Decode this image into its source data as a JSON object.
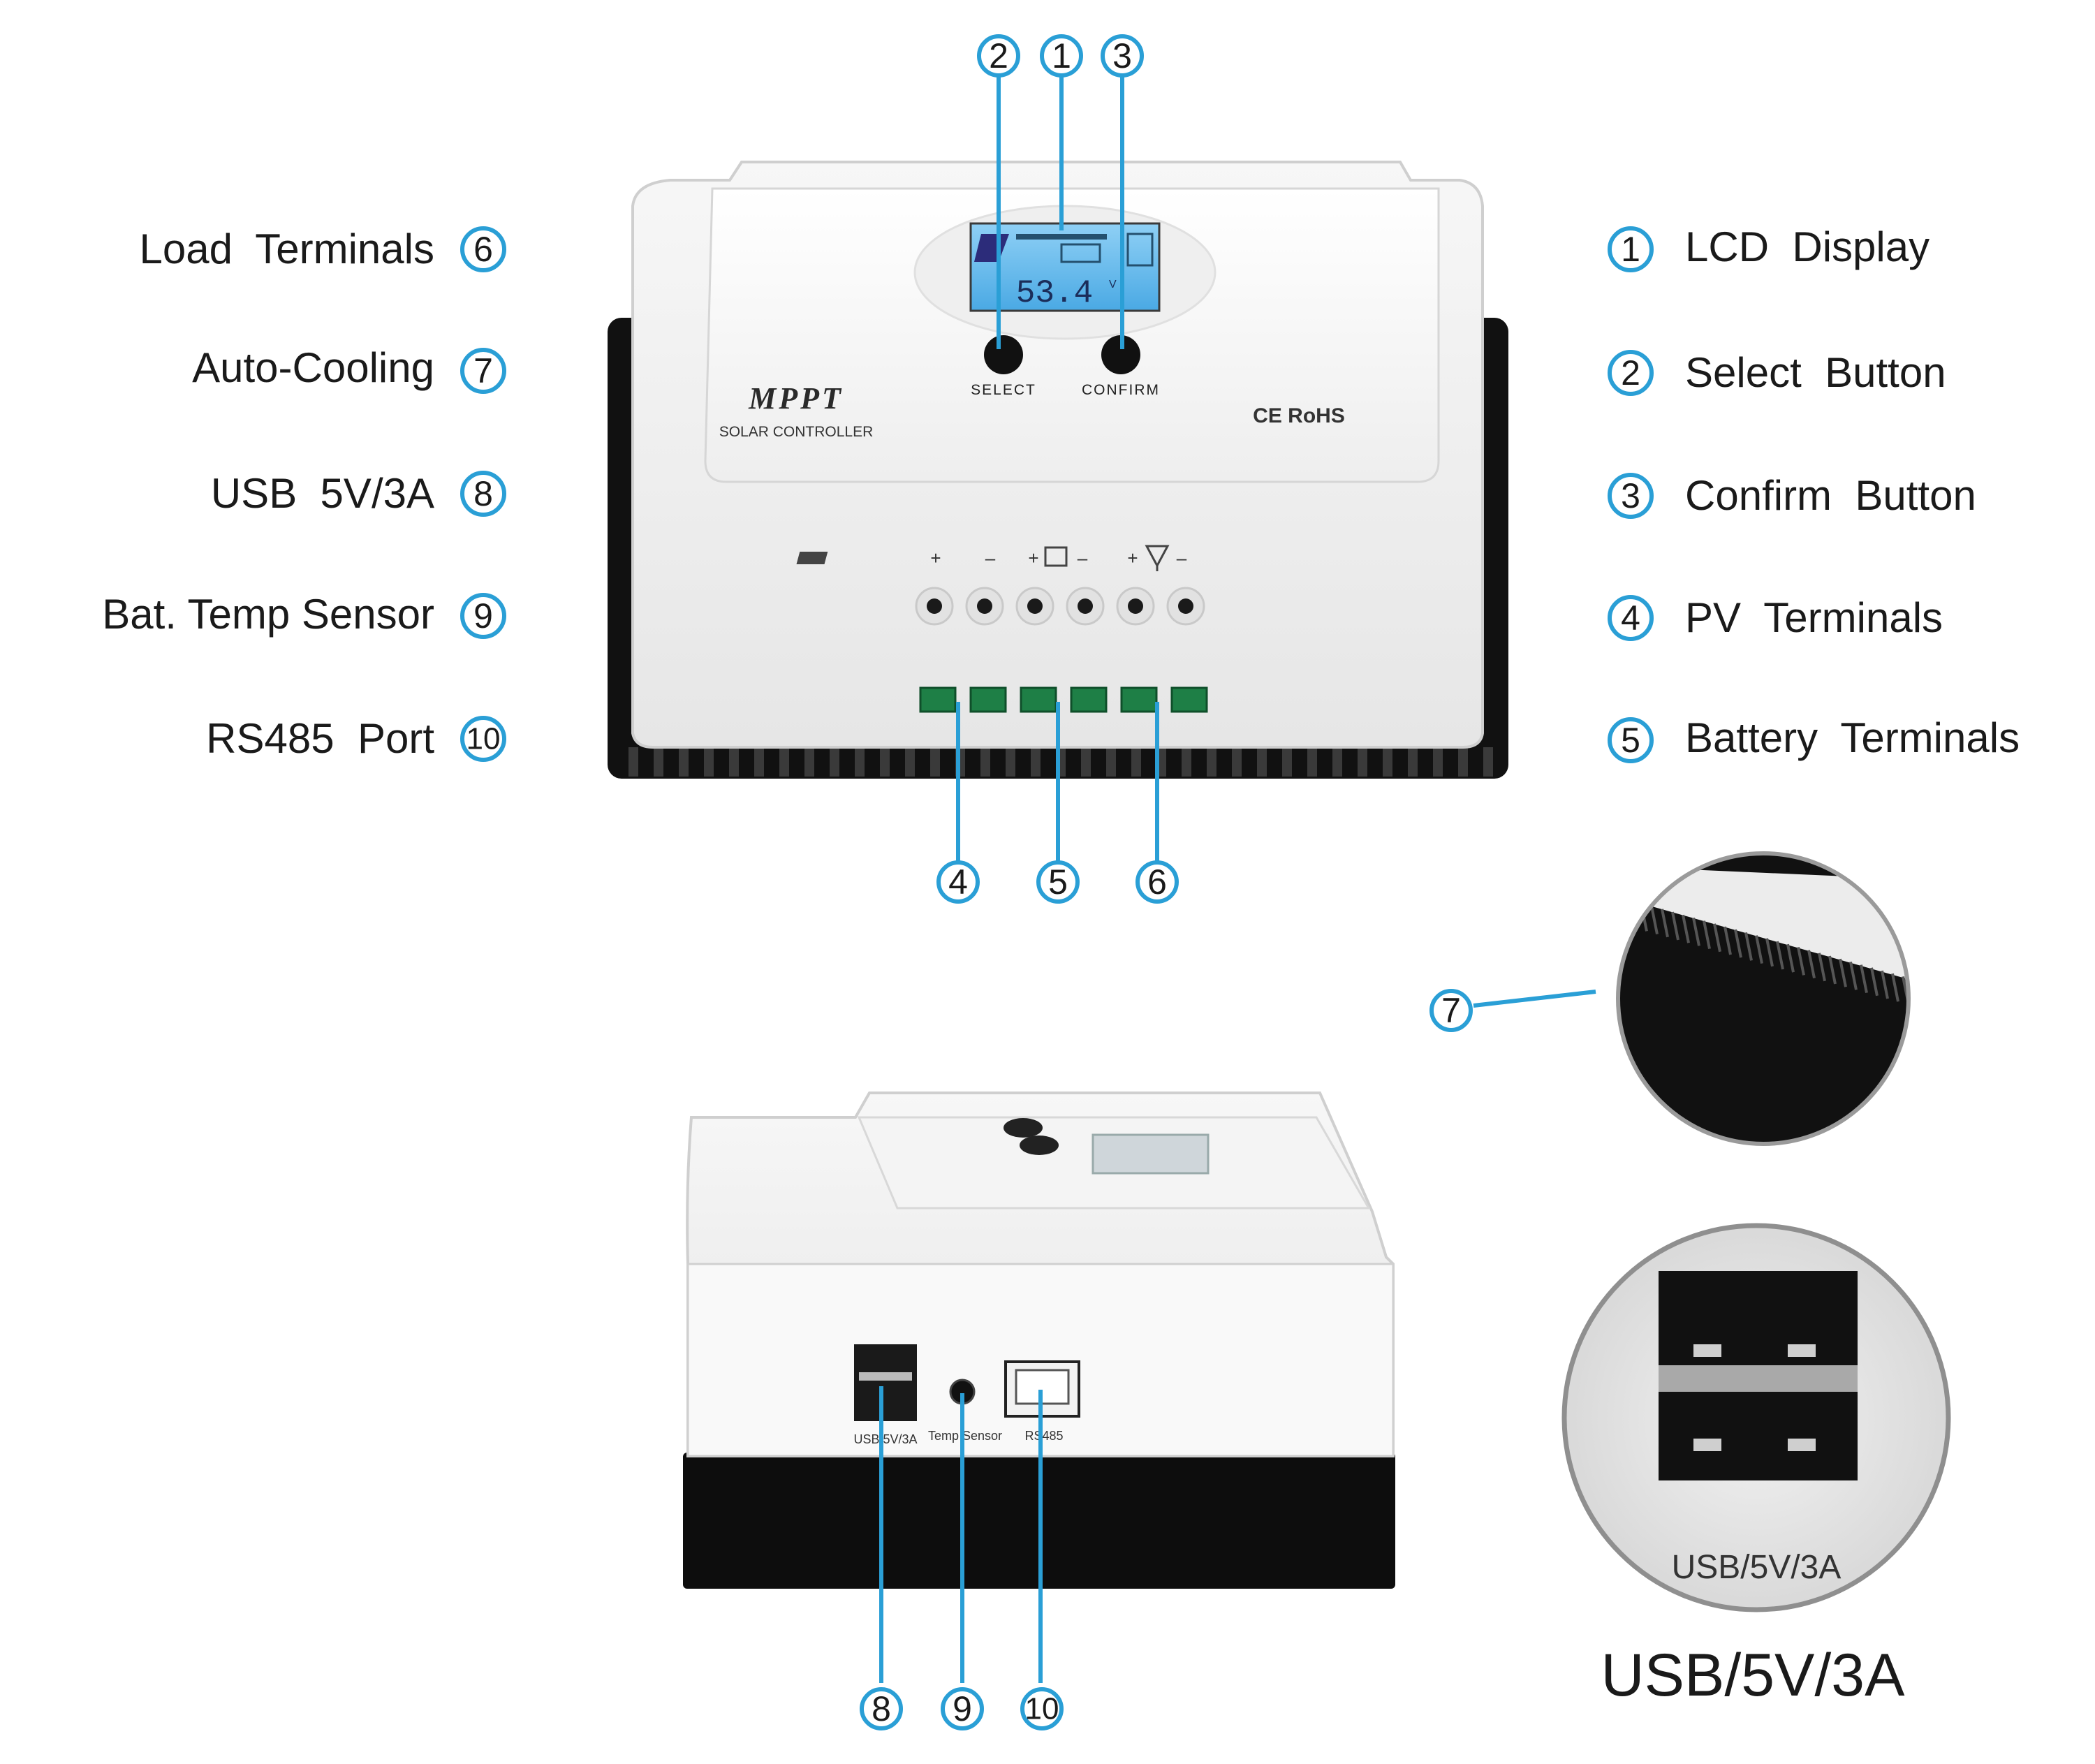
{
  "labels_left": [
    {
      "num": "6",
      "text": "Load  Terminals"
    },
    {
      "num": "7",
      "text": "Auto-Cooling"
    },
    {
      "num": "8",
      "text": "USB  5V/3A"
    },
    {
      "num": "9",
      "text": "Bat. Temp Sensor"
    },
    {
      "num": "10",
      "text": "RS485  Port"
    }
  ],
  "labels_right": [
    {
      "num": "1",
      "text": "LCD  Display"
    },
    {
      "num": "2",
      "text": "Select  Button"
    },
    {
      "num": "3",
      "text": "Confirm  Button"
    },
    {
      "num": "4",
      "text": "PV  Terminals"
    },
    {
      "num": "5",
      "text": "Battery  Terminals"
    }
  ],
  "callouts_top": [
    "2",
    "1",
    "3"
  ],
  "callouts_terminals": [
    "4",
    "5",
    "6"
  ],
  "callouts_side": [
    "8",
    "9",
    "10"
  ],
  "callout_cooling": "7",
  "device": {
    "brand": "MPPT",
    "subtitle": "SOLAR CONTROLLER",
    "select_label": "SELECT",
    "confirm_label": "CONFIRM",
    "cert": "CE RoHS",
    "lcd_value": "53.4",
    "lcd_unit": "V",
    "terminal_symbols": [
      "+",
      "–",
      "+",
      "–",
      "+",
      "–"
    ]
  },
  "side": {
    "usb_label": "USB/5V/3A",
    "temp_label": "Temp Sensor",
    "rs485_label": "RS485"
  },
  "zoom_usb_label": "USB/5V/3A",
  "bottom_caption": "USB/5V/3A",
  "colors": {
    "accent": "#2a9fd6",
    "lcd": "#5fb6ea",
    "text": "#1a1a1a"
  }
}
